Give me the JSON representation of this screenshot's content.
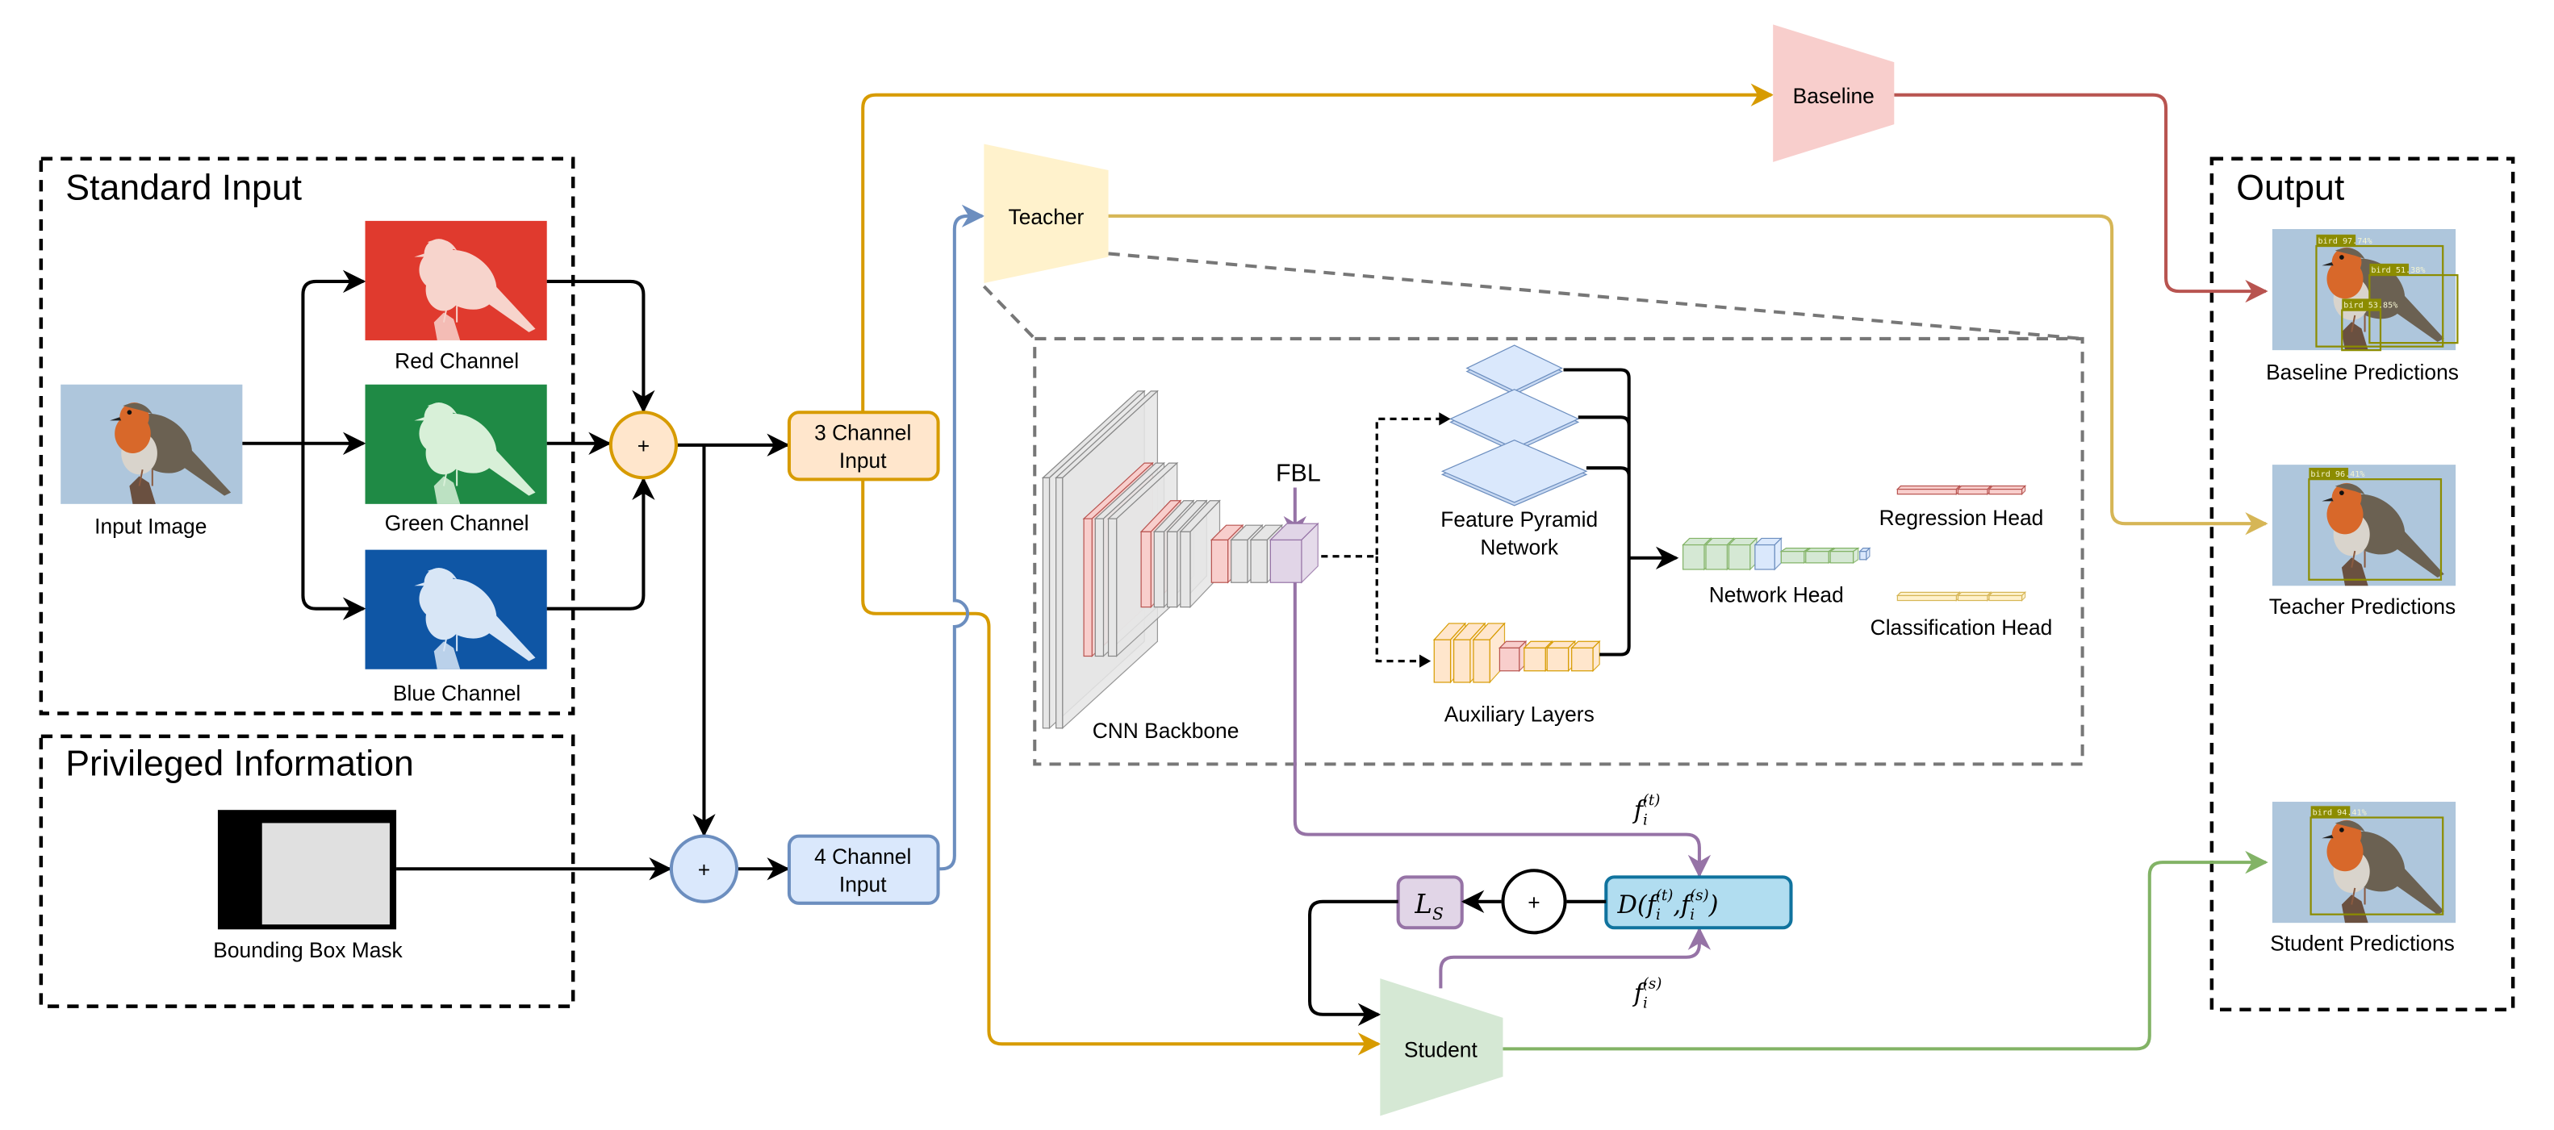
{
  "colors": {
    "orange": "#d79b00",
    "orange_fill": "#ffe6cc",
    "blue": "#6c8ebf",
    "blue_fill": "#dae8fc",
    "red": "#b85450",
    "red_fill": "#f8cecc",
    "yellow": "#d6b656",
    "yellow_fill": "#fff2cc",
    "green": "#82b366",
    "green_fill": "#d5e8d4",
    "purple": "#9673a6",
    "purple_fill": "#e1d5e7",
    "cyan_fill": "#b1ddf0",
    "cyan": "#10739e",
    "box_label": "#8c8c00",
    "sky": "#aec6dc"
  },
  "standard_input": {
    "title": "Standard Input",
    "input_image": "Input Image",
    "red_channel": "Red Channel",
    "green_channel": "Green Channel",
    "blue_channel": "Blue Channel"
  },
  "privileged": {
    "title": "Privileged Information",
    "mask": "Bounding Box Mask"
  },
  "inputs": {
    "three_line1": "3 Channel",
    "three_line2": "Input",
    "four_line1": "4 Channel",
    "four_line2": "Input",
    "plus": "+"
  },
  "models": {
    "teacher": "Teacher",
    "baseline": "Baseline",
    "student": "Student"
  },
  "network": {
    "backbone": "CNN Backbone",
    "fbl": "FBL",
    "fpn_line1": "Feature Pyramid",
    "fpn_line2": "Network",
    "aux": "Auxiliary Layers",
    "head": "Network Head",
    "regression": "Regression Head",
    "classification": "Classification Head"
  },
  "loss": {
    "L": "L",
    "L_sub": "S",
    "plus": "+",
    "D_open": "D(",
    "comma": ",",
    "D_close": ")",
    "f": "f",
    "i": "i",
    "t": "(t)",
    "s": "(s)"
  },
  "output": {
    "title": "Output",
    "baseline_label": "Baseline Predictions",
    "teacher_label": "Teacher Predictions",
    "student_label": "Student Predictions",
    "baseline_boxes": [
      "bird 97.74%",
      "bird 51.38%",
      "bird 53.85%"
    ],
    "teacher_boxes": [
      "bird 96.41%"
    ],
    "student_boxes": [
      "bird 94.41%"
    ]
  }
}
